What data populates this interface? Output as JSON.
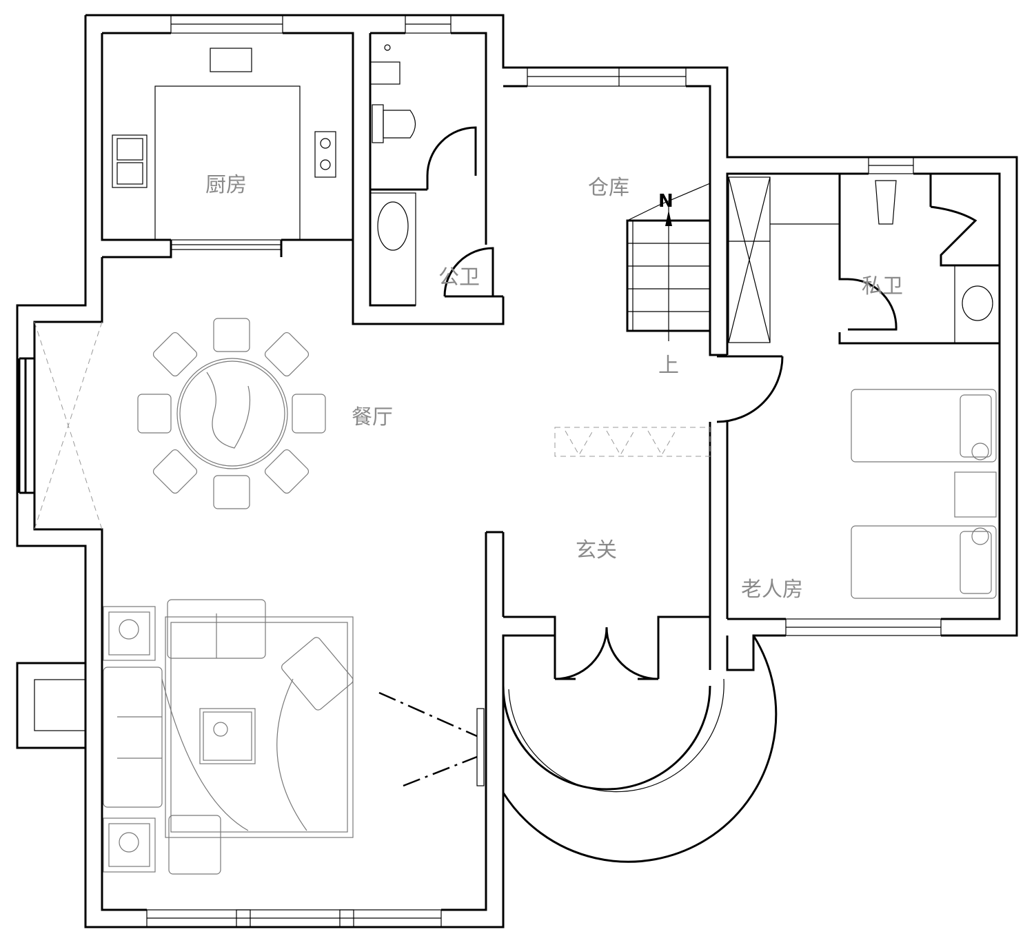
{
  "plan": {
    "type": "residential-floor-plan",
    "rooms": {
      "kitchen": "厨房",
      "public_bath": "公卫",
      "storage": "仓库",
      "private_bath": "私卫",
      "dining": "餐厅",
      "foyer": "玄关",
      "elder_room": "老人房"
    },
    "stair_label": "上",
    "north_label": "N",
    "colors": {
      "wall": "#000000",
      "furniture": "#777777",
      "label": "#8a8a8a",
      "background": "#ffffff"
    }
  }
}
